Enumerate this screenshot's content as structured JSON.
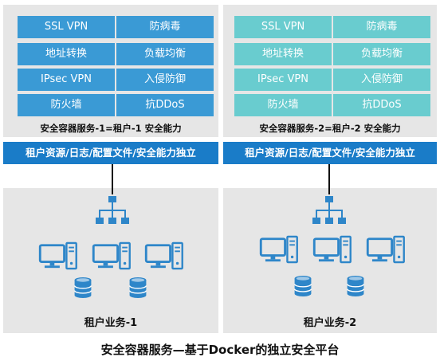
{
  "tenant1": {
    "tiles": [
      "SSL VPN",
      "防病毒",
      "地址转换",
      "负载均衡",
      "IPsec VPN",
      "入侵防御",
      "防火墙",
      "抗DDoS"
    ],
    "caption": "安全容器服务-1=租户-1 安全能力",
    "band": "租户资源/日志/配置文件/安全能力独立",
    "business": "租户业务-1"
  },
  "tenant2": {
    "tiles": [
      "SSL VPN",
      "防病毒",
      "地址转换",
      "负载均衡",
      "IPsec VPN",
      "入侵防御",
      "防火墙",
      "抗DDoS"
    ],
    "caption": "安全容器服务-2=租户-2 安全能力",
    "band": "租户资源/日志/配置文件/安全能力独立",
    "business": "租户业务-2"
  },
  "title": "安全容器服务—基于Docker的独立安全平台",
  "colors": {
    "tile_tenant1": "#3a9ad5",
    "tile_tenant2": "#69cccf",
    "band": "#1a7cc8",
    "icon": "#2e86c9",
    "panel": "#e6e6e6"
  },
  "icons": [
    "network-topology-icon",
    "computer-icon",
    "database-icon"
  ]
}
